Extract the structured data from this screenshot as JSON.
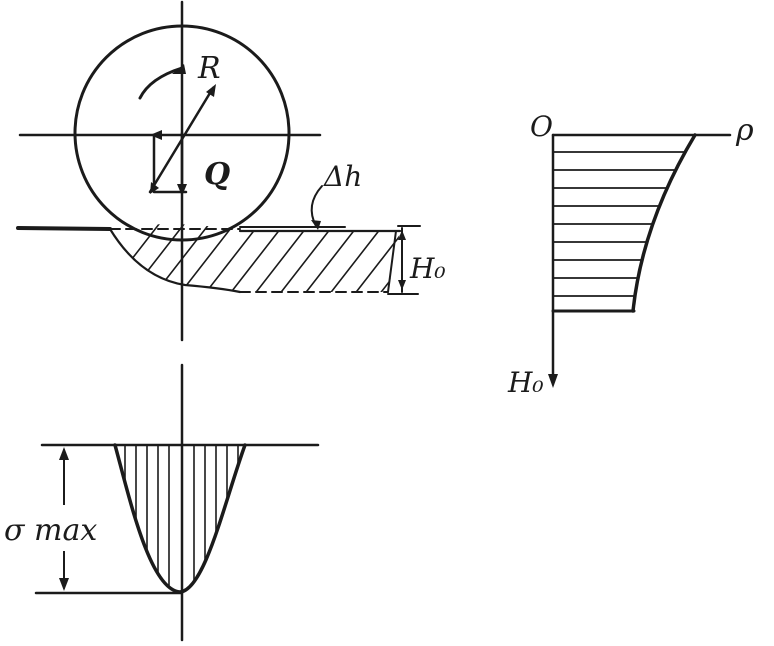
{
  "labels": {
    "R": "R",
    "Q": "Q",
    "delta_h": "Δh",
    "H0_wheel": "H₀",
    "origin": "O",
    "rho": "ρ",
    "H0_axis": "H₀",
    "sigma_max": "σ max"
  },
  "colors": {
    "ink": "#1b1b1b",
    "background": "#ffffff"
  }
}
